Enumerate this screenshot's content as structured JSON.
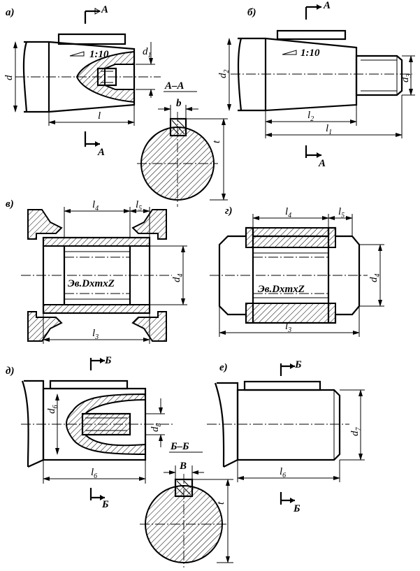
{
  "panels": {
    "a": {
      "letter": "а)",
      "ratio": "1:10",
      "dims": {
        "d": "d",
        "d1": "d",
        "d1_sub": "1",
        "l": "l"
      },
      "section_mark": "А",
      "section_title": "А–А",
      "section_b": "b",
      "section_t": "t"
    },
    "b": {
      "letter": "б)",
      "ratio": "1:10",
      "dims": {
        "d2": "d",
        "d2_sub": "2",
        "d3": "d",
        "d3_sub": "3",
        "l2": "l",
        "l2_sub": "2",
        "l1": "l",
        "l1_sub": "1"
      },
      "section_mark": "А"
    },
    "v": {
      "letter": "в)",
      "spline": "Эв.DxmxZ",
      "dims": {
        "l4": "l",
        "l4_sub": "4",
        "l5": "l",
        "l5_sub": "5",
        "d4": "d",
        "d4_sub": "4",
        "l3": "l",
        "l3_sub": "3"
      }
    },
    "g": {
      "letter": "г)",
      "spline": "Эв.DxmxZ",
      "dims": {
        "l4": "l",
        "l4_sub": "4",
        "l5": "l",
        "l5_sub": "5",
        "d4": "d",
        "d4_sub": "4",
        "l3": "l",
        "l3_sub": "3"
      }
    },
    "d": {
      "letter": "д)",
      "dims": {
        "d6": "d",
        "d6_sub": "6",
        "d8": "d",
        "d8_sub": "8",
        "l6": "l",
        "l6_sub": "6"
      },
      "section_mark": "Б",
      "section_title": "Б–Б",
      "section_B": "B",
      "section_t": "t"
    },
    "e": {
      "letter": "е)",
      "dims": {
        "d7": "d",
        "d7_sub": "7",
        "l6": "l",
        "l6_sub": "6"
      },
      "section_mark": "Б"
    }
  }
}
